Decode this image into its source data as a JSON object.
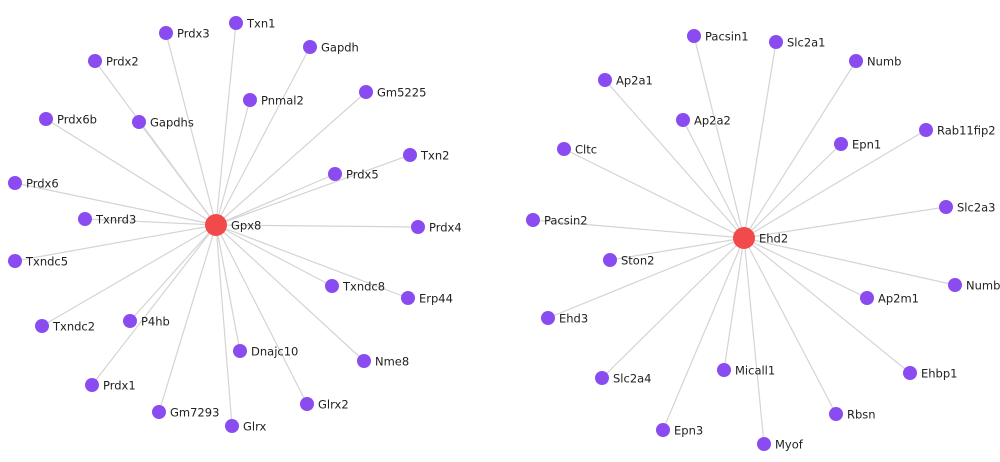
{
  "colors": {
    "hub": "#f24a4a",
    "node": "#8a4cf0",
    "edge": "#d4d4d4",
    "label": "#222222"
  },
  "networks": [
    {
      "hub": "Gpx8",
      "neighbors": [
        "Txn1",
        "Prdx3",
        "Gapdh",
        "Prdx2",
        "Pnmal2",
        "Gm5225",
        "Gapdhs",
        "Prdx6b",
        "Txn2",
        "Prdx5",
        "Prdx6",
        "Txnrd3",
        "Prdx4",
        "Txndc5",
        "Txndc8",
        "Erp44",
        "Txndc2",
        "P4hb",
        "Dnajc10",
        "Nme8",
        "Prdx1",
        "Glrx2",
        "Gm7293",
        "Glrx"
      ]
    },
    {
      "hub": "Ehd2",
      "neighbors": [
        "Pacsin1",
        "Slc2a1",
        "Numb",
        "Ap2a1",
        "Ap2a2",
        "Rab11fip2",
        "Epn1",
        "Cltc",
        "Slc2a3",
        "Pacsin2",
        "Ston2",
        "Numbl",
        "Ap2m1",
        "Ehd3",
        "Micall1",
        "Ehbp1",
        "Slc2a4",
        "Rbsn",
        "Epn3",
        "Myof"
      ]
    }
  ]
}
